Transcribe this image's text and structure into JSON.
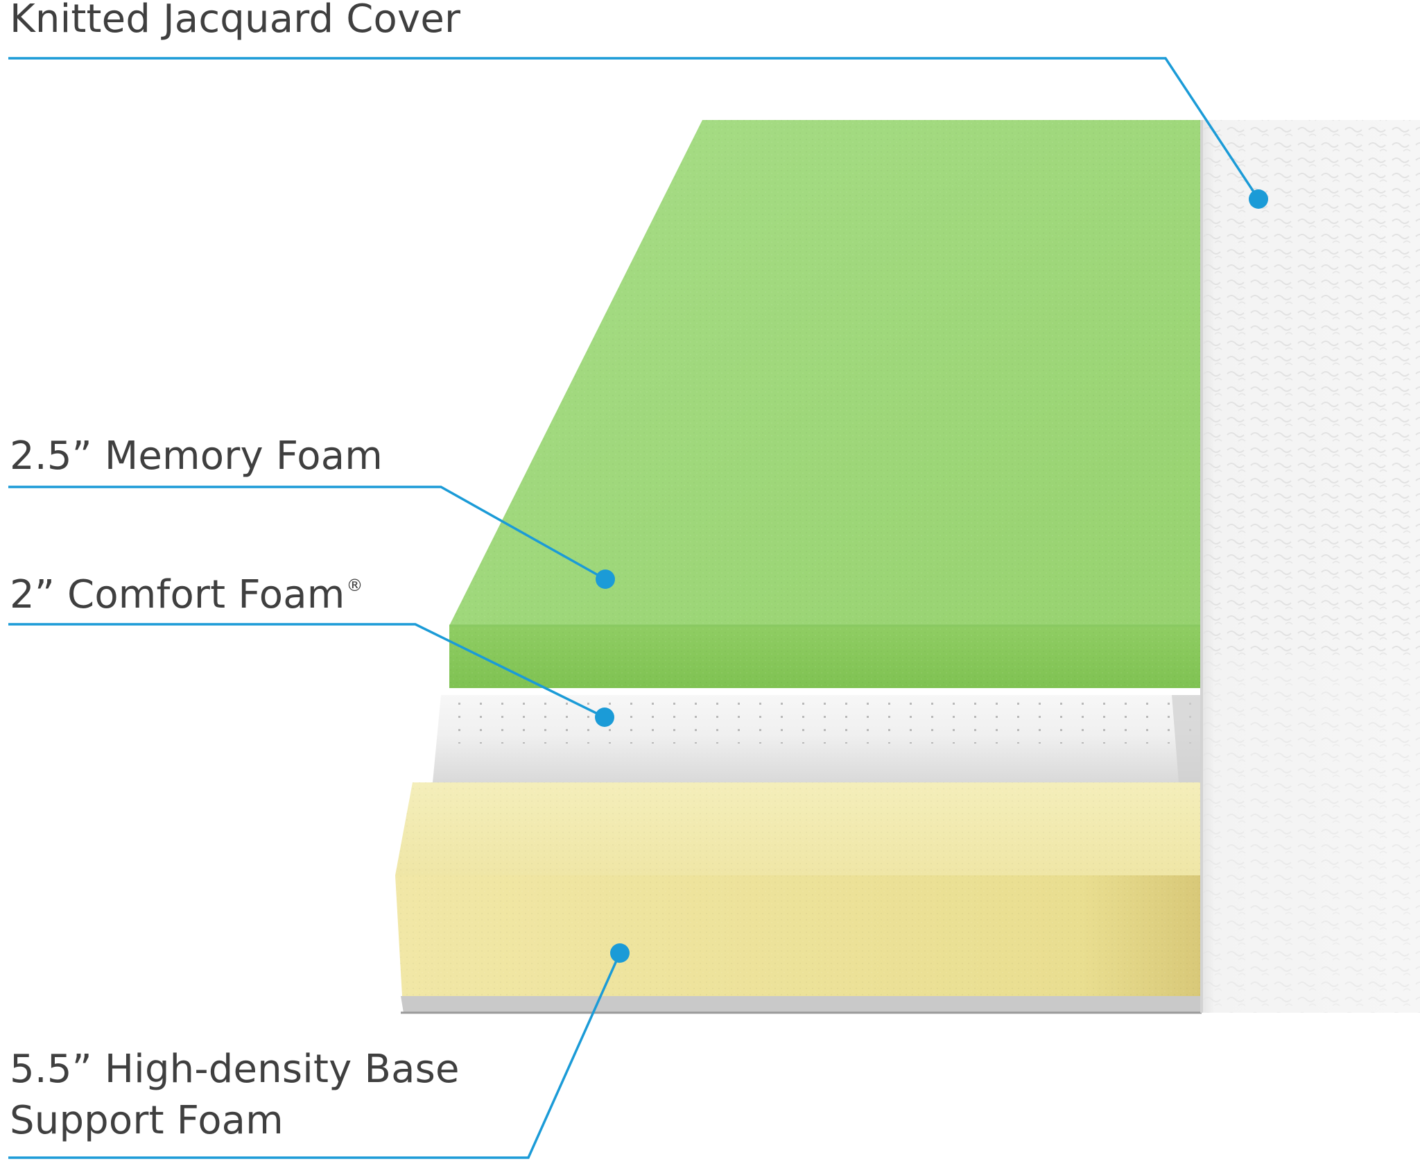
{
  "labels": {
    "cover": "Knitted Jacquard Cover",
    "memory_foam": "2.5” Memory Foam",
    "comfort_foam": "2” Comfort Foam",
    "comfort_foam_mark": "®",
    "base_foam_line1": "5.5” High-density Base",
    "base_foam_line2": "Support Foam"
  },
  "colors": {
    "callout": "#1b9bd7",
    "label_text": "#3f3f3f",
    "memory_foam": "#9cd67a",
    "comfort_foam": "#f1f1f1",
    "base_foam": "#eee3a2",
    "cover": "#f2f2f2"
  }
}
